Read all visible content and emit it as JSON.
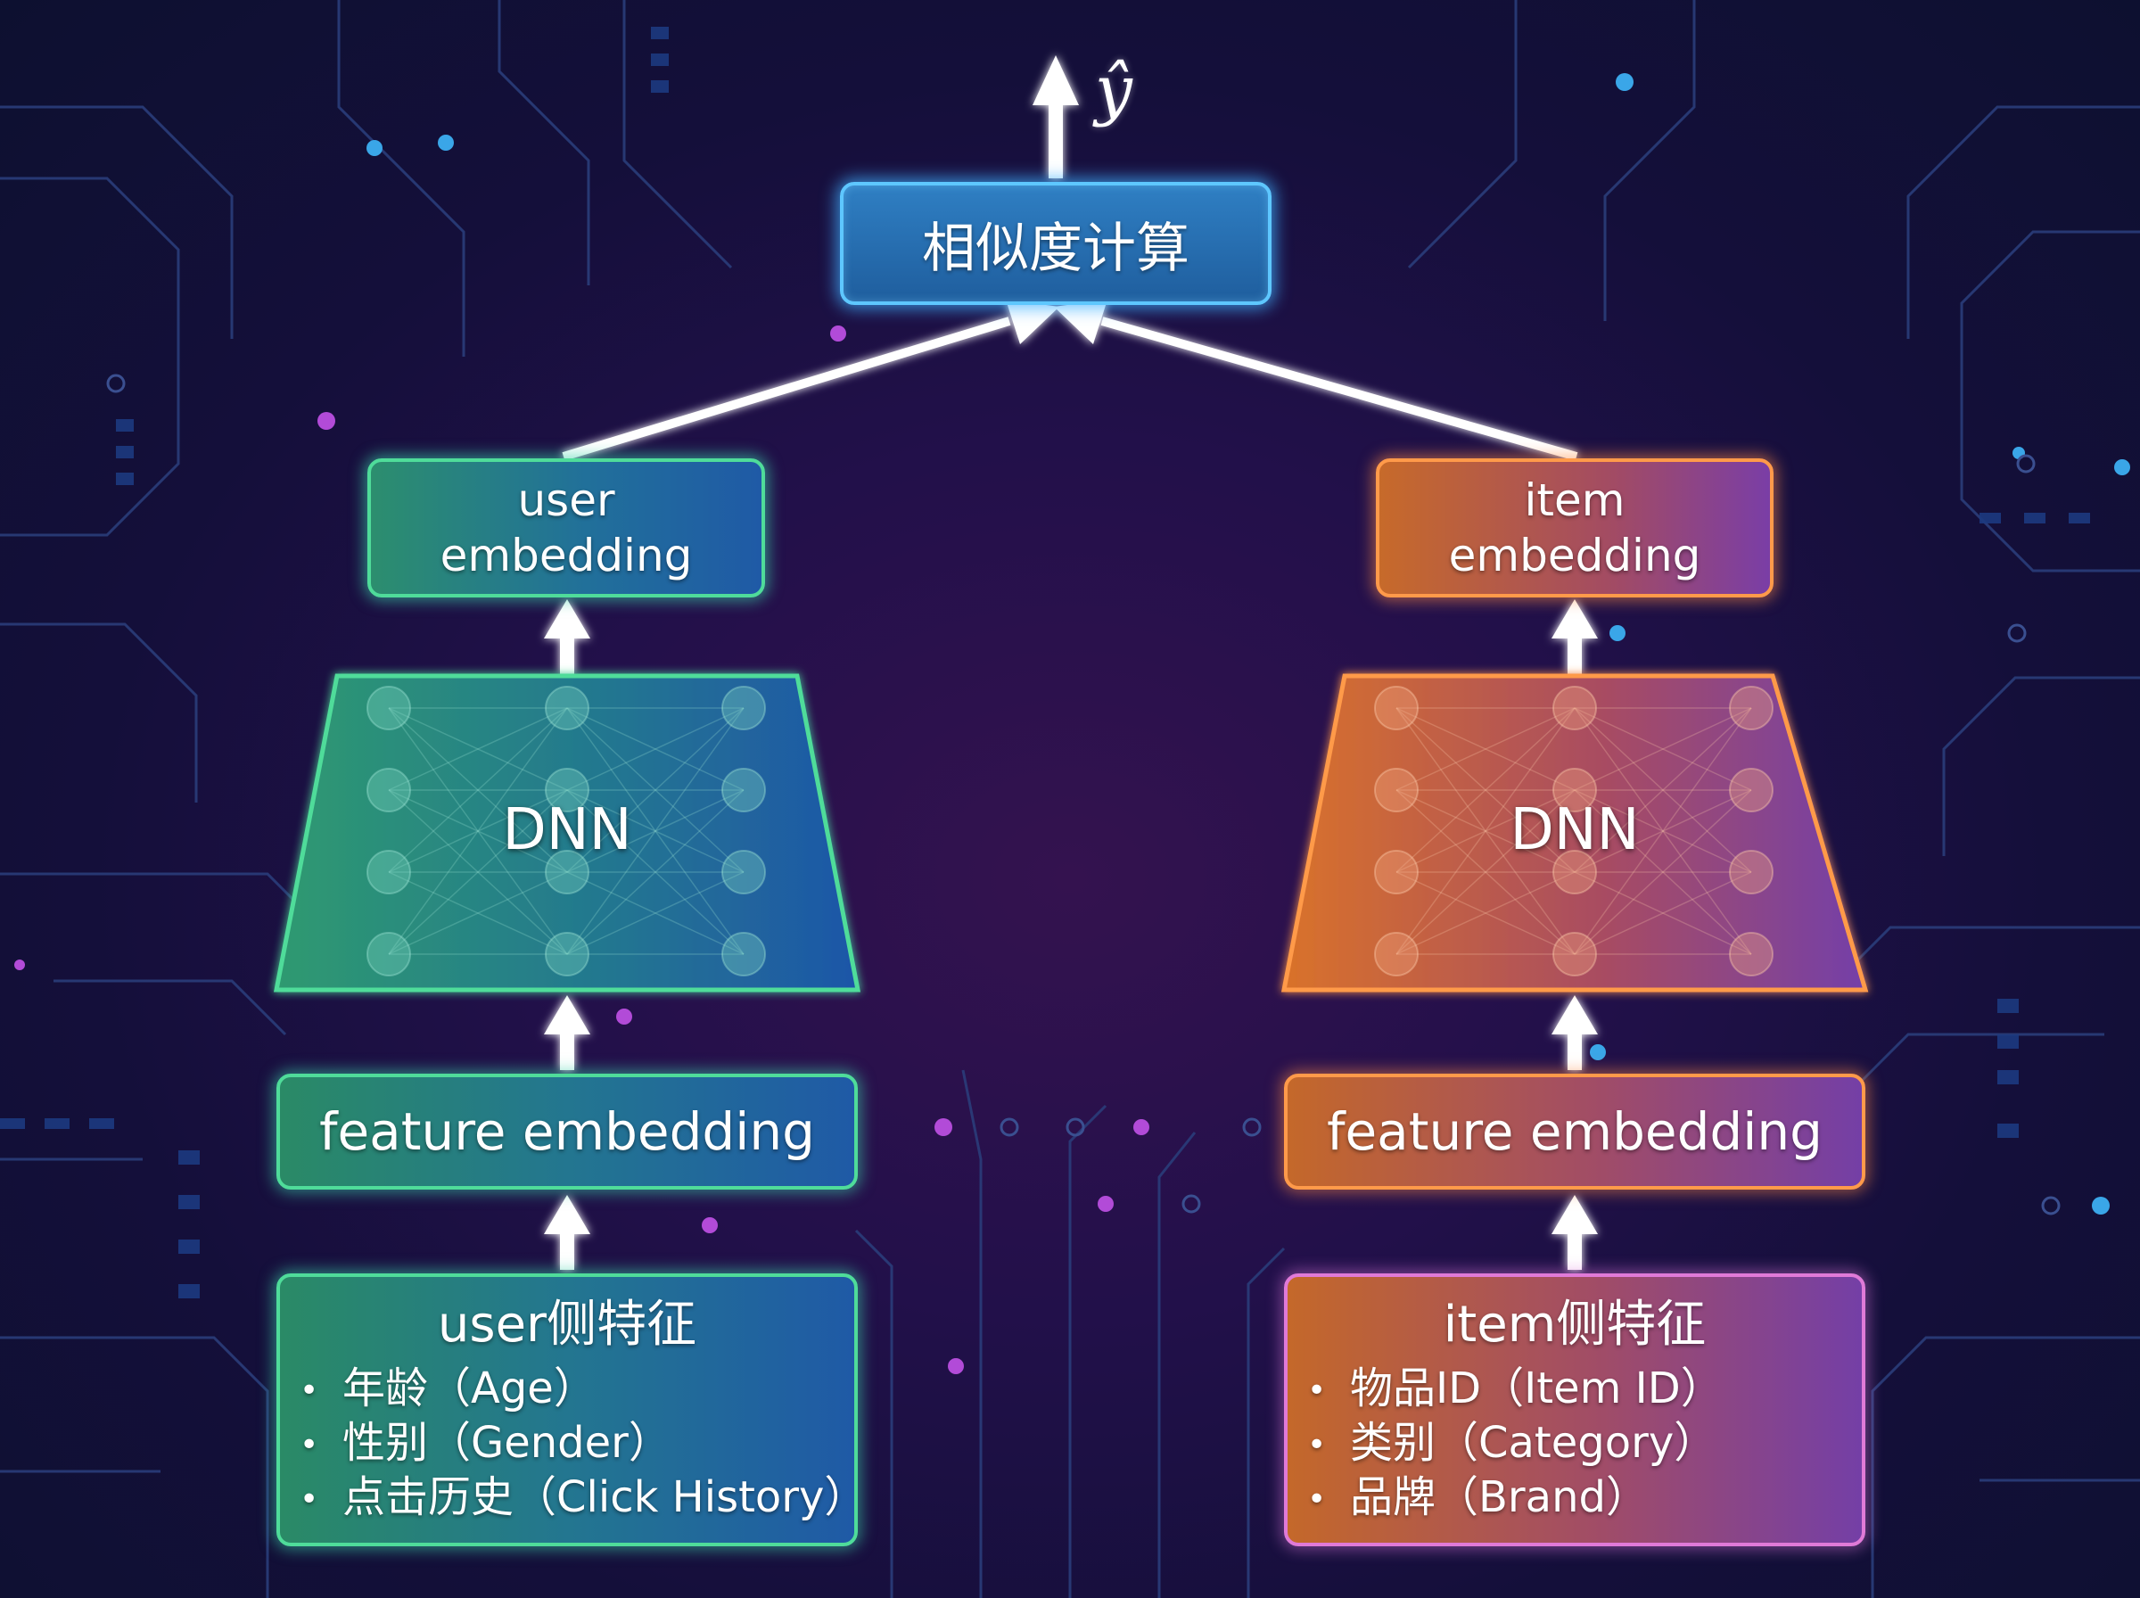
{
  "output_symbol": "ŷ",
  "similarity": {
    "label": "相似度计算"
  },
  "user": {
    "embedding_line1": "user",
    "embedding_line2": "embedding",
    "dnn_label": "DNN",
    "feature_embedding": "feature embedding",
    "features_title": "user侧特征",
    "features": [
      "年龄（Age）",
      "性别（Gender）",
      "点击历史（Click History）"
    ]
  },
  "item": {
    "embedding_line1": "item",
    "embedding_line2": "embedding",
    "dnn_label": "DNN",
    "feature_embedding": "feature embedding",
    "features_title": "item侧特征",
    "features": [
      "物品ID（Item ID）",
      "类别（Category）",
      "品牌（Brand）"
    ]
  },
  "colors": {
    "user_accent": "#4fdc9a",
    "item_accent": "#ff9a4a",
    "similarity_accent": "#5ec7ff",
    "arrow": "#ffffff"
  }
}
